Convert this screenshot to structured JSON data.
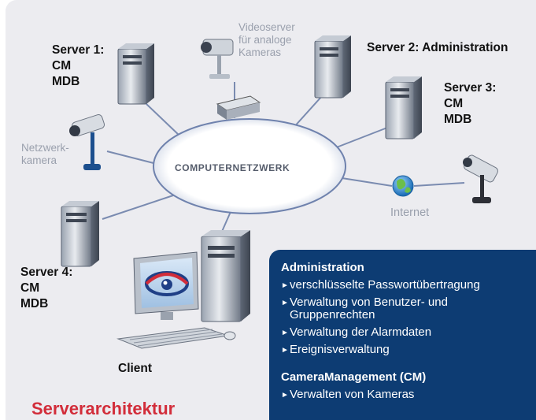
{
  "network_label": "COMPUTERNETZWERK",
  "nodes": {
    "server1": [
      "Server 1:",
      "CM",
      "MDB"
    ],
    "server2": "Server 2: Administration",
    "server3": [
      "Server 3:",
      "CM",
      "MDB"
    ],
    "server4": [
      "Server 4:",
      "CM",
      "MDB"
    ],
    "client": "Client",
    "videoserver": [
      "Videoserver",
      "für analoge",
      "Kameras"
    ],
    "netzwerkkamera": [
      "Netzwerk-",
      "kamera"
    ],
    "internet": "Internet"
  },
  "title": "Serverarchitektur",
  "panel": {
    "sections": [
      {
        "heading": "Administration",
        "items": [
          "verschlüsselte Passwortübertragung",
          "Verwaltung von Benutzer- und Gruppenrechten",
          "Verwaltung der Alarmdaten",
          "Ereignisverwaltung"
        ]
      },
      {
        "heading": "CameraManagement (CM)",
        "items": [
          "Verwalten von Kameras"
        ]
      }
    ],
    "bullet": "►"
  },
  "colors": {
    "background": "#ececf0",
    "panel": "#0d3c73",
    "title": "#d22d3a",
    "network_line": "#7a8bb0",
    "light_label": "#9aa0ad"
  }
}
